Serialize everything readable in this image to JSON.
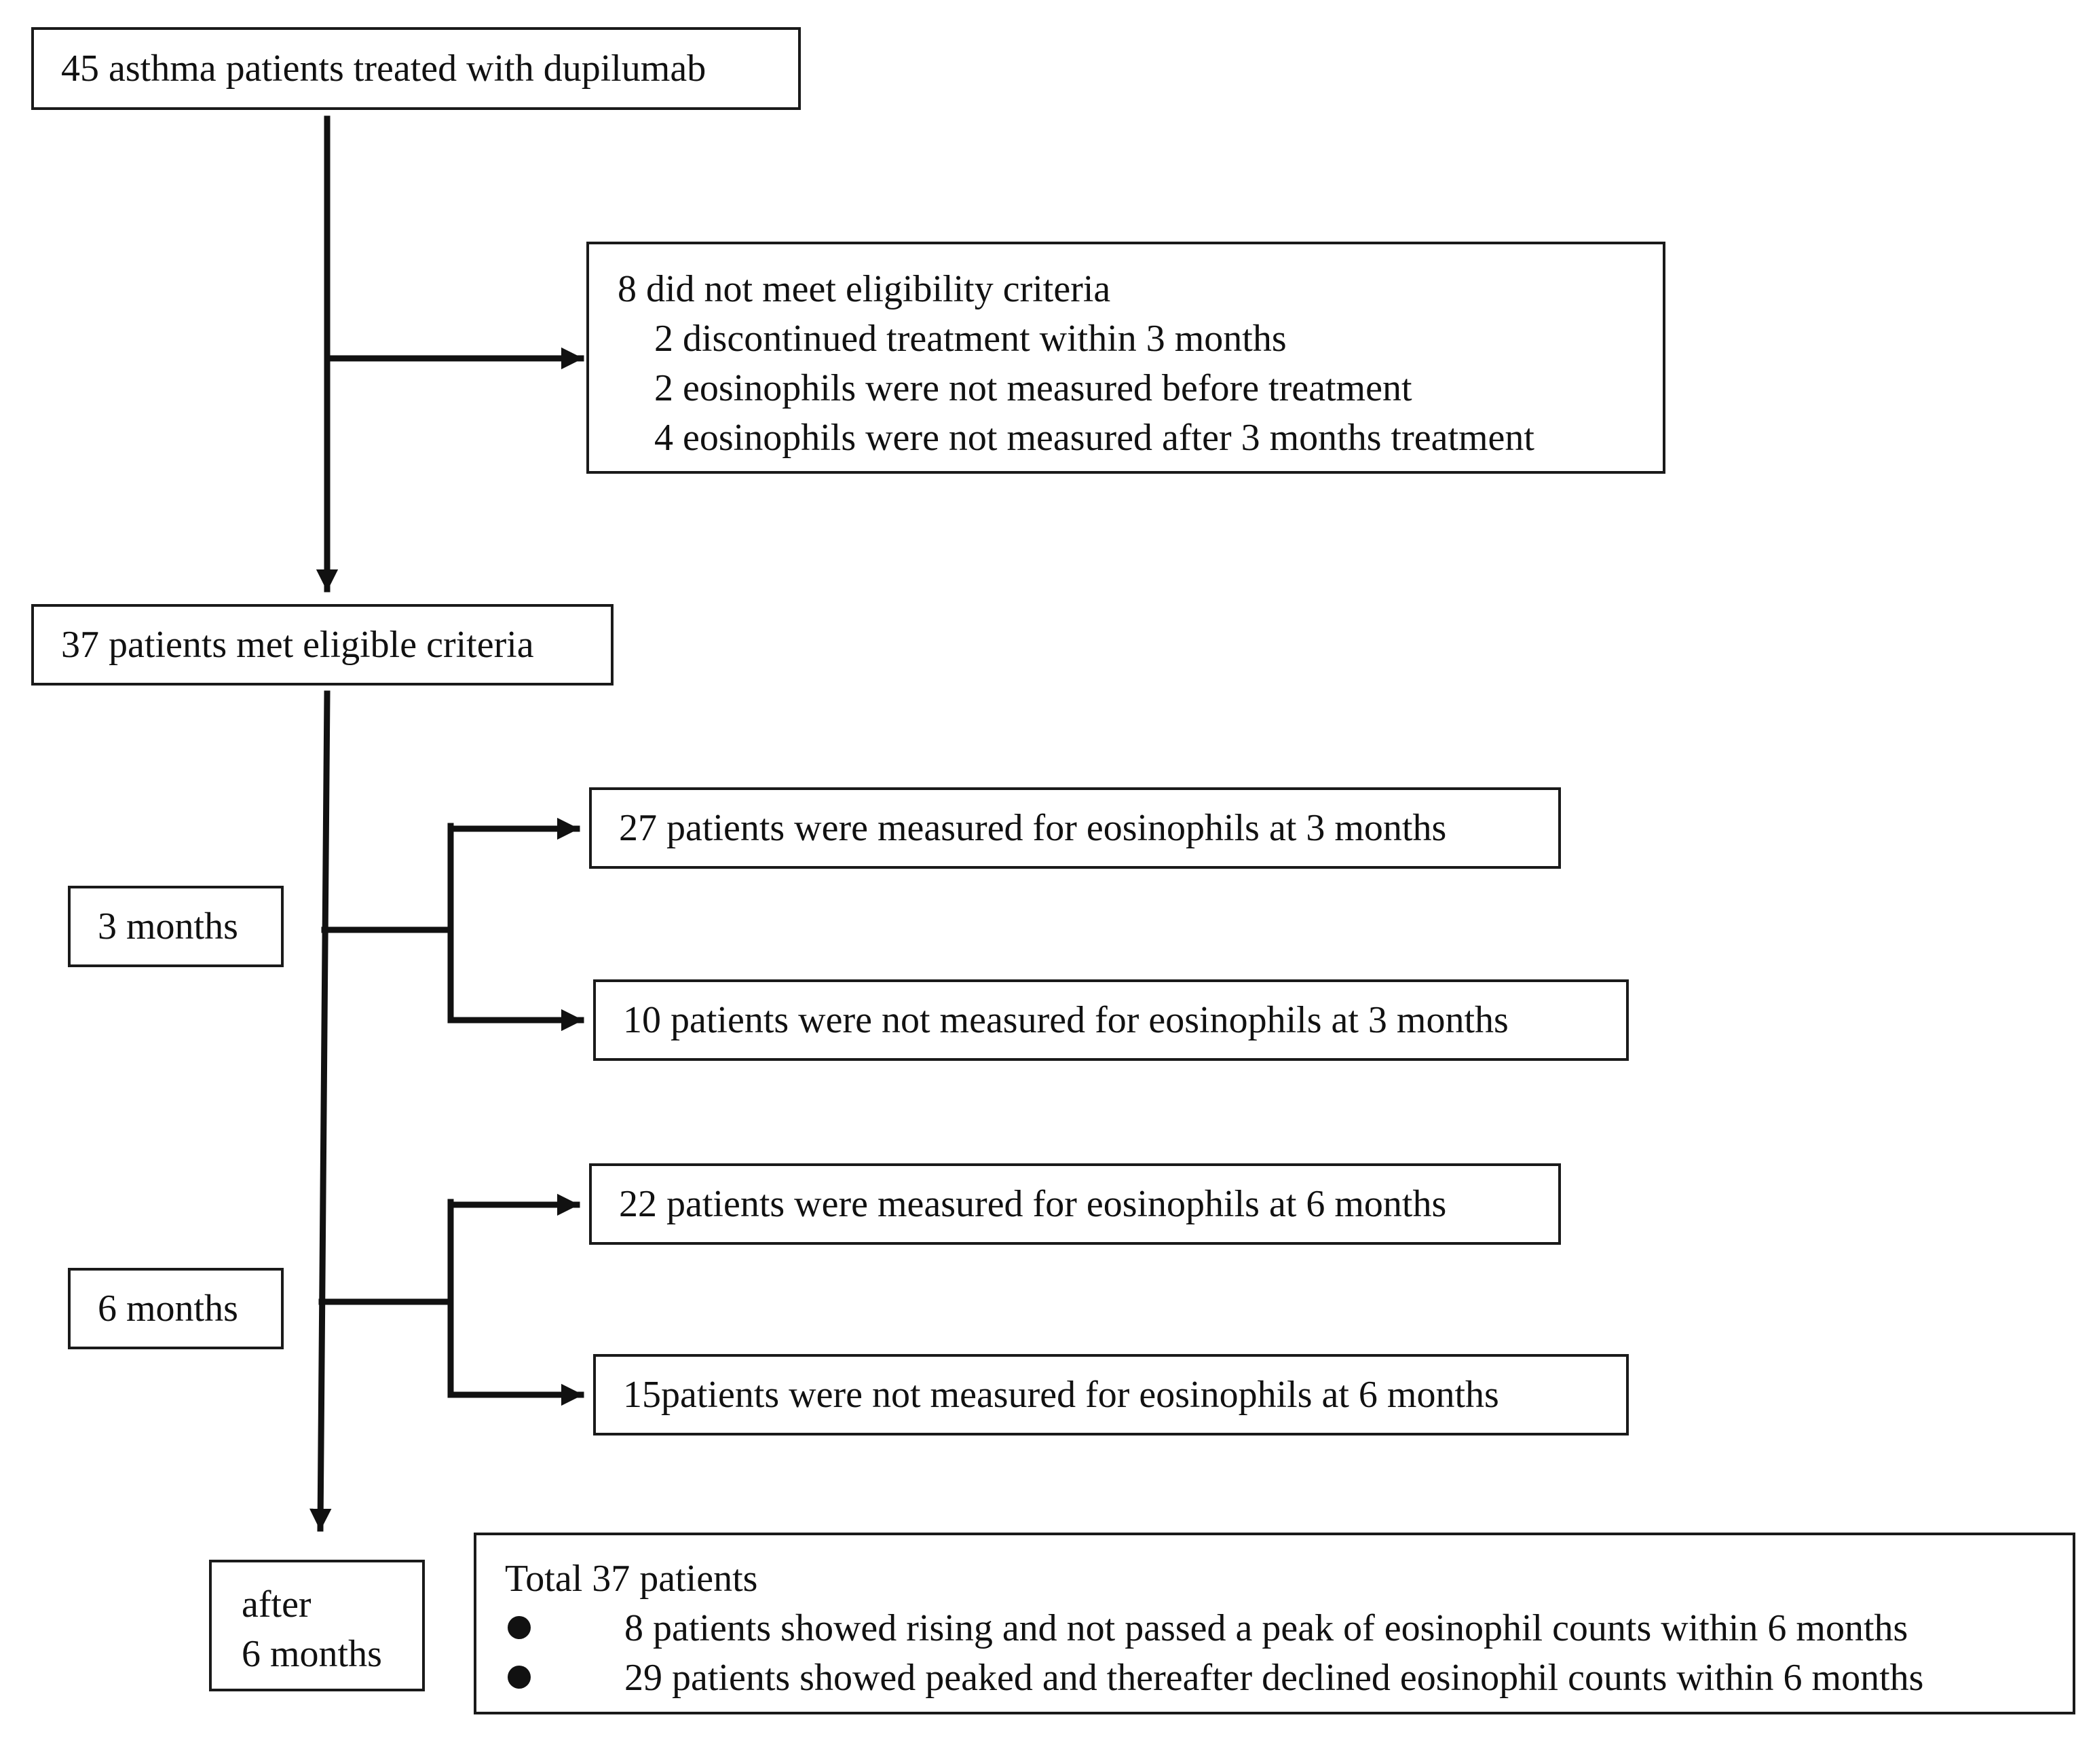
{
  "flowchart": {
    "start": "45 asthma patients treated with dupilumab",
    "excluded": {
      "title": "8 did not meet eligibility criteria",
      "reasons": [
        "2 discontinued treatment within 3 months",
        "2 eosinophils were not measured before treatment",
        "4 eosinophils were not measured after 3 months treatment"
      ]
    },
    "eligible": "37 patients met eligible criteria",
    "timepoints": {
      "three_months": "3 months",
      "six_months": "6 months",
      "after_line1": "after",
      "after_line2": "6 months"
    },
    "three_month_results": {
      "measured": "27 patients were measured for eosinophils at 3 months",
      "not_measured": "10 patients were not measured for eosinophils at 3 months"
    },
    "six_month_results": {
      "measured": "22 patients were measured for eosinophils at 6 months",
      "not_measured": "15patients  were not measured for eosinophils at 6 months"
    },
    "summary": {
      "title": "Total 37 patients",
      "items": [
        "8 patients showed  rising and not passed a peak of eosinophil counts within 6 months",
        "29 patients showed peaked and thereafter declined eosinophil counts within 6 months"
      ]
    }
  }
}
